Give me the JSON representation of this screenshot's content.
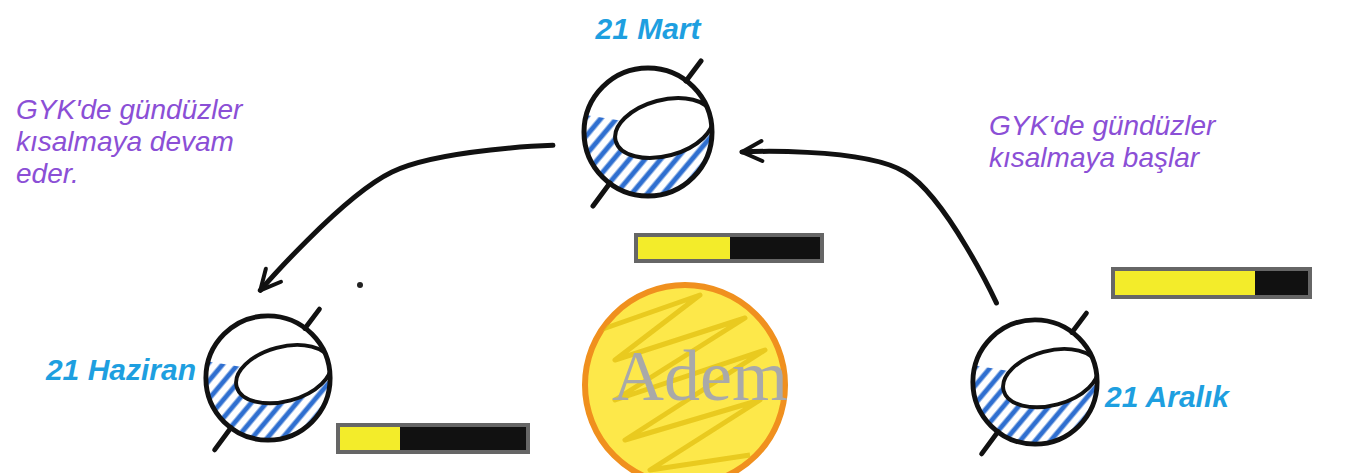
{
  "diagram": {
    "nodes": [
      {
        "text": [
          "21 Mart"
        ]
      },
      {
        "text": [
          "21 Haziran"
        ]
      },
      {
        "text": [
          "21 Aralık"
        ]
      }
    ],
    "edges": [
      {
        "from": 2,
        "to": 0,
        "arrow": "to",
        "label": "GYK'de gündüzler kısalmaya başlar"
      },
      {
        "from": 0,
        "to": 1,
        "arrow": "to",
        "label": "GYK'de gündüzler kısalmaya devam eder."
      }
    ],
    "labels": [
      "Adem"
    ]
  }
}
